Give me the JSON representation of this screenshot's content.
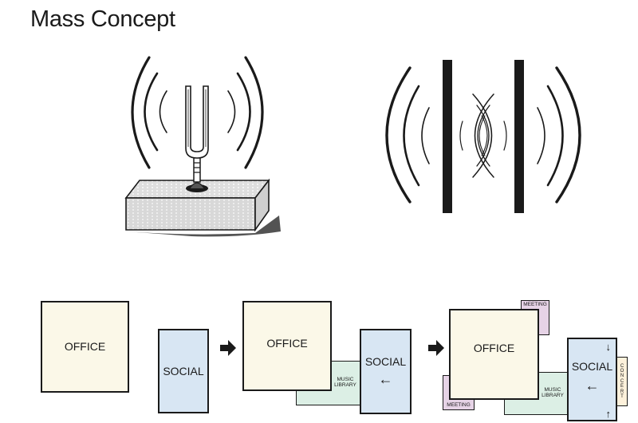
{
  "title": "Mass Concept",
  "stage1": {
    "office": "OFFICE",
    "social": "SOCIAL"
  },
  "stage2": {
    "office": "OFFICE",
    "social": "SOCIAL",
    "music_library": "MUSIC LIBRARY",
    "social_arrow": "←"
  },
  "stage3": {
    "office": "OFFICE",
    "social": "SOCIAL",
    "music_library": "MUSIC LIBRARY",
    "meeting_top": "MEETING",
    "meeting_bottom": "MEETING",
    "concert": "CONCERT",
    "social_arrow_left": "←",
    "social_arrow_down": "↓",
    "social_arrow_up": "↑"
  },
  "colors": {
    "office": "#fbf8e8",
    "social": "#d8e6f3",
    "music_library": "#dcefe5",
    "meeting": "#e6d3e6",
    "concert": "#fdf1db",
    "ink": "#1a1a1a"
  },
  "icons": [
    "tuning-fork-icon",
    "sound-wave-icon",
    "resonance-walls-icon",
    "arrow-right-icon"
  ]
}
